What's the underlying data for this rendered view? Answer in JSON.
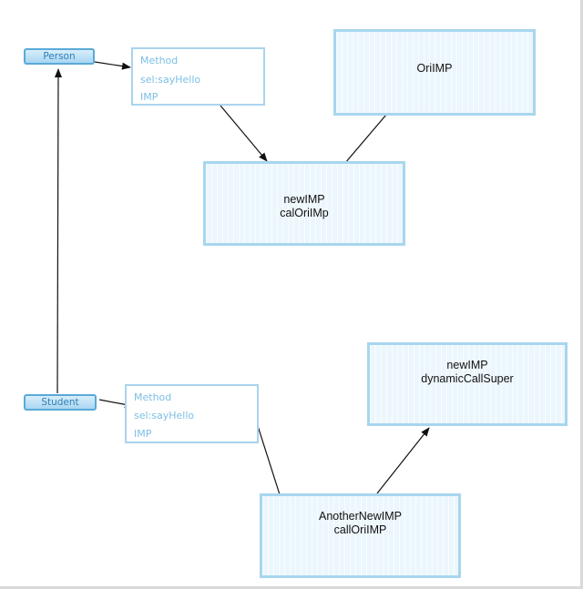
{
  "classes": {
    "person": "Person",
    "student": "Student"
  },
  "person_method": {
    "label": "Method",
    "sel": "sel:sayHello",
    "imp": "IMP"
  },
  "student_method": {
    "label": "Method",
    "sel": "sel:sayHello",
    "imp": "IMP"
  },
  "boxes": {
    "ori_imp": "OriIMP",
    "new_imp": {
      "line1": "newIMP",
      "line2": "calOriIMp"
    },
    "dynamic_super": {
      "line1": "newIMP",
      "line2": "dynamicCallSuper"
    },
    "another_new_imp": {
      "line1": "AnotherNewIMP",
      "line2": "callOriIMP"
    }
  },
  "colors": {
    "class_pill_border": "#5aa9d8",
    "class_pill_text": "#2f7fb5",
    "method_text": "#7cbfe5",
    "box_border": "#a8d6ee",
    "box_fill": "#ecf6fd",
    "arrow": "#111111"
  }
}
